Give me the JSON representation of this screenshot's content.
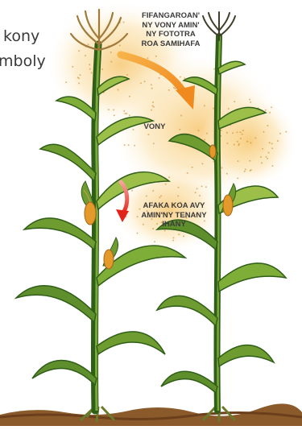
{
  "text_fragments": {
    "top_left": "kony",
    "second_left": "mboly"
  },
  "labels": {
    "pollen_transfer": [
      "FIFANGAROAN'",
      "NY VONY AMIN'",
      "NY FOTOTRA",
      "ROA SAMIHAFA"
    ],
    "flower": [
      "VONY"
    ],
    "silk_pollination": [
      "AFAKA KOA AVY",
      "AMIN'NY TENANY",
      "IHANY"
    ]
  },
  "colors": {
    "pollen_glow": "#f7c873",
    "arrow": "#f08a1e",
    "arrow_red": "#e2231a",
    "stalk_dark": "#2f5e18",
    "stalk_mid": "#5f8f2c",
    "leaf_light": "#9cbf4a",
    "cob": "#e39a2a",
    "ground": "#8b5a2b",
    "tassel": "#a07a3a"
  },
  "icons": {
    "pollen_arrow": "curved-arrow-icon",
    "self_pollination_arrow": "curved-arrow-icon"
  }
}
